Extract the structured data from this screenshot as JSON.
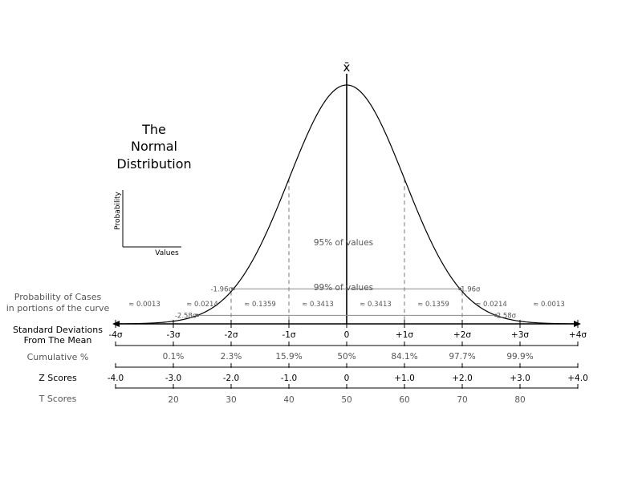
{
  "title": {
    "line1": "The",
    "line2": "Normal",
    "line3": "Distribution"
  },
  "inset": {
    "y_label": "Probability",
    "x_label": "Values"
  },
  "mean_symbol": "x̄",
  "ranges": {
    "r95": {
      "left": "-1.96σ",
      "right": "1.96σ",
      "label": "95% of values"
    },
    "r99": {
      "left": "-2.58σ",
      "right": "2.58σ",
      "label": "99% of values"
    }
  },
  "row_labels": {
    "probability": [
      "Probability of Cases",
      "in portions of the curve"
    ],
    "sd": [
      "Standard Deviations",
      "From The Mean"
    ],
    "cumulative": "Cumulative %",
    "z": "Z Scores",
    "t": "T Scores"
  },
  "probabilities": [
    "≈ 0.0013",
    "≈ 0.0214",
    "≈ 0.1359",
    "≈ 0.3413",
    "≈ 0.3413",
    "≈ 0.1359",
    "≈ 0.0214",
    "≈ 0.0013"
  ],
  "sd_ticks": [
    {
      "sd": -4,
      "label": "-4σ"
    },
    {
      "sd": -3,
      "label": "-3σ"
    },
    {
      "sd": -2,
      "label": "-2σ"
    },
    {
      "sd": -1,
      "label": "-1σ"
    },
    {
      "sd": 0,
      "label": "0"
    },
    {
      "sd": 1,
      "label": "+1σ"
    },
    {
      "sd": 2,
      "label": "+2σ"
    },
    {
      "sd": 3,
      "label": "+3σ"
    },
    {
      "sd": 4,
      "label": "+4σ"
    }
  ],
  "cumulative": [
    {
      "sd": -3,
      "label": "0.1%"
    },
    {
      "sd": -2,
      "label": "2.3%"
    },
    {
      "sd": -1,
      "label": "15.9%"
    },
    {
      "sd": 0,
      "label": "50%"
    },
    {
      "sd": 1,
      "label": "84.1%"
    },
    {
      "sd": 2,
      "label": "97.7%"
    },
    {
      "sd": 3,
      "label": "99.9%"
    }
  ],
  "z_scores": [
    {
      "sd": -4,
      "label": "-4.0"
    },
    {
      "sd": -3,
      "label": "-3.0"
    },
    {
      "sd": -2,
      "label": "-2.0"
    },
    {
      "sd": -1,
      "label": "-1.0"
    },
    {
      "sd": 0,
      "label": "0"
    },
    {
      "sd": 1,
      "label": "+1.0"
    },
    {
      "sd": 2,
      "label": "+2.0"
    },
    {
      "sd": 3,
      "label": "+3.0"
    },
    {
      "sd": 4,
      "label": "+4.0"
    }
  ],
  "t_scores": [
    {
      "sd": -3,
      "label": "20"
    },
    {
      "sd": -2,
      "label": "30"
    },
    {
      "sd": -1,
      "label": "40"
    },
    {
      "sd": 0,
      "label": "50"
    },
    {
      "sd": 1,
      "label": "60"
    },
    {
      "sd": 2,
      "label": "70"
    },
    {
      "sd": 3,
      "label": "80"
    }
  ],
  "colors": {
    "curve": "#000000",
    "guide": "#888888",
    "text_muted": "#555555"
  }
}
